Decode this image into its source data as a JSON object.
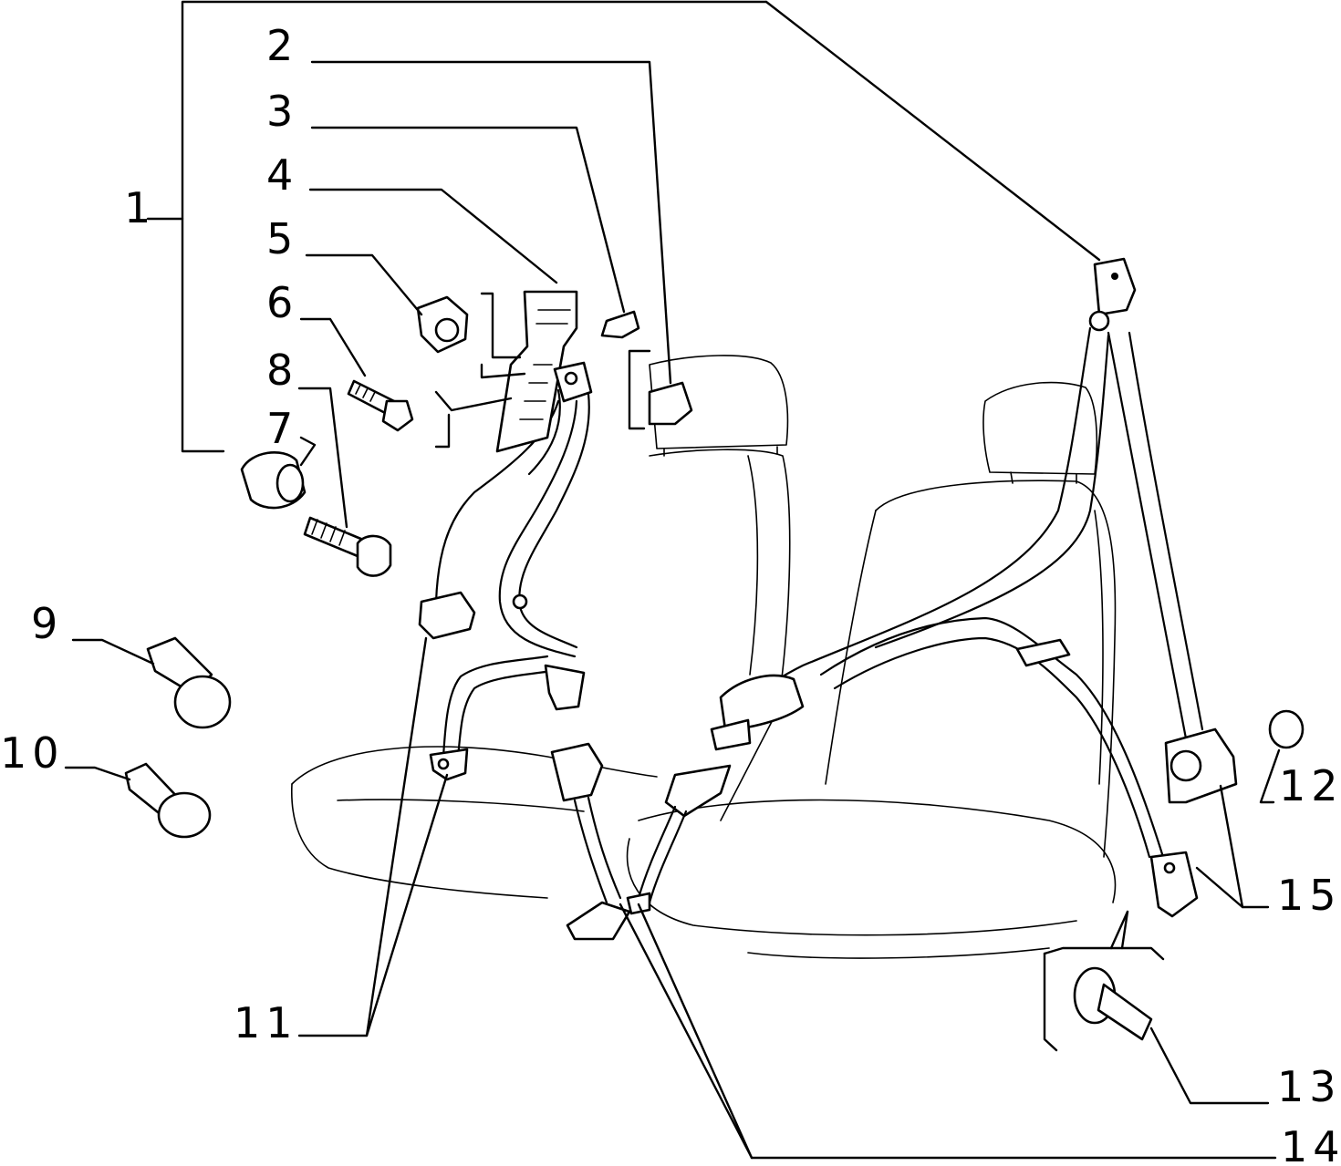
{
  "labels": {
    "l1": "1",
    "l2": "2",
    "l3": "3",
    "l4": "4",
    "l5": "5",
    "l6": "6",
    "l7": "7",
    "l8": "8",
    "l9": "9",
    "l10": "10",
    "l11": "11",
    "l12": "12",
    "l13": "13",
    "l14": "14",
    "l15": "15"
  },
  "colors": {
    "ink": "#000000",
    "paper": "#ffffff"
  }
}
